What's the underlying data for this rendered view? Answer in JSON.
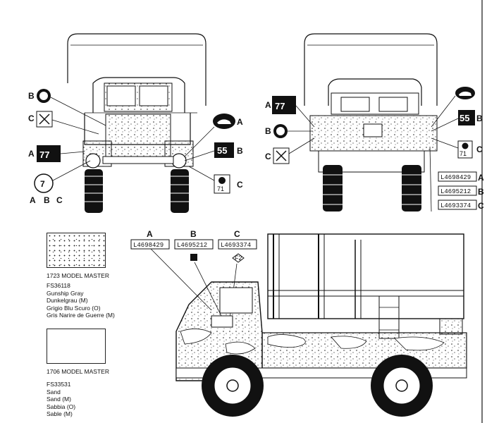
{
  "colors": {
    "ink": "#111111",
    "paper": "#ffffff",
    "camo": "#555555"
  },
  "views": {
    "front": {
      "callouts_left": [
        {
          "letter": "B",
          "icon": "globe-emblem-icon"
        },
        {
          "letter": "C",
          "icon": "shield-emblem-icon"
        },
        {
          "letter": "A",
          "number": "77"
        }
      ],
      "callouts_right": [
        {
          "letter": "A",
          "icon": "rhino-emblem-icon"
        },
        {
          "letter": "B",
          "number": "55"
        },
        {
          "letter": "C",
          "small_number": "71",
          "icon": "globe-emblem-icon"
        }
      ],
      "circle_number": "7",
      "abc_labels": [
        "A",
        "B",
        "C"
      ]
    },
    "rear": {
      "callouts_left": [
        {
          "letter": "A",
          "number": "77"
        },
        {
          "letter": "B",
          "icon": "globe-emblem-icon"
        },
        {
          "letter": "C",
          "icon": "shield-emblem-icon"
        }
      ],
      "callouts_right": [
        {
          "letter": "B",
          "number": "55"
        },
        {
          "letter": "C",
          "small_number": "71",
          "icon": "globe-emblem-icon"
        }
      ],
      "registrations": [
        {
          "plate": "L4698429",
          "letter": "A"
        },
        {
          "plate": "L4695212",
          "letter": "B"
        },
        {
          "plate": "L4693374",
          "letter": "C"
        }
      ]
    },
    "side": {
      "registrations": [
        {
          "letter": "A",
          "plate": "L4698429"
        },
        {
          "letter": "B",
          "plate": "L4695212"
        },
        {
          "letter": "C",
          "plate": "L4693374"
        }
      ],
      "tag": "F2"
    }
  },
  "legend": [
    {
      "swatch": "camo-swatch",
      "title": "1723 MODEL MASTER",
      "code": "FS36118",
      "names": [
        "Gunship Gray",
        "Dunkelgrau (M)",
        "Grigio Blu Scuro (O)",
        "Gris Narire de Guerre (M)"
      ]
    },
    {
      "swatch": "plain-swatch",
      "title": "1706 MODEL MASTER",
      "code": "FS33531",
      "names": [
        "Sand",
        "Sand (M)",
        "Sabbia (O)",
        "Sable (M)"
      ]
    }
  ]
}
